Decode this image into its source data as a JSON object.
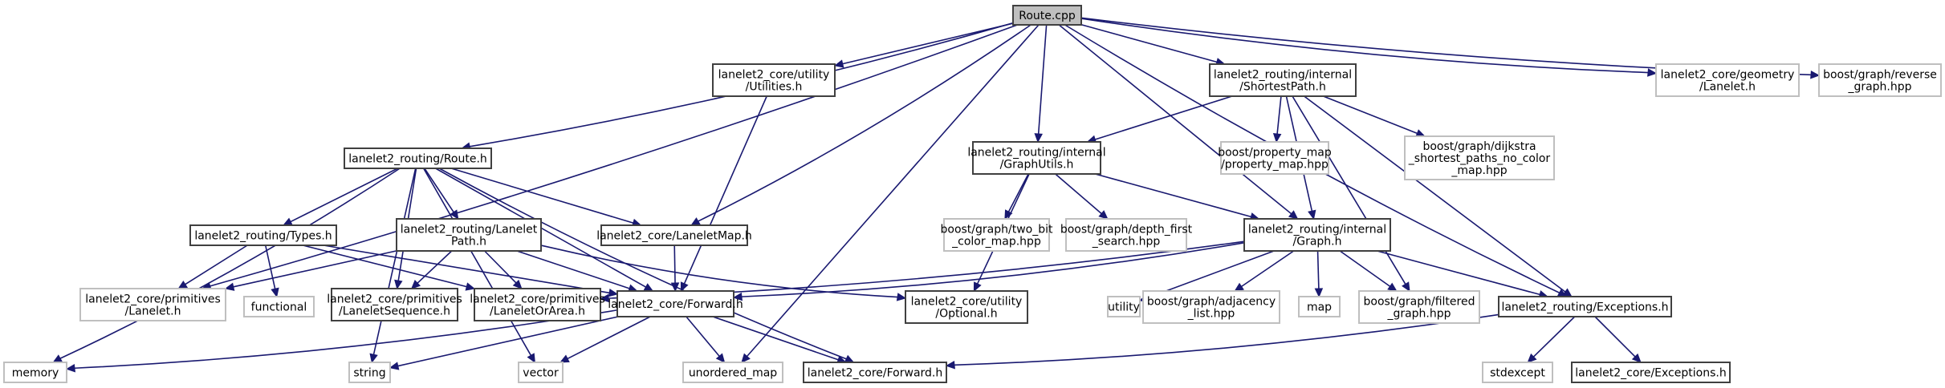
{
  "graph": {
    "title": "Route.cpp include dependency graph",
    "colors": {
      "edge": "#191970",
      "root_fill": "#bfbfbf",
      "doc_border": "#404040",
      "ext_border": "#bfbfbf"
    },
    "nodes": {
      "route_cpp": {
        "lines": [
          "Route.cpp"
        ],
        "kind": "root"
      },
      "utilities_h": {
        "lines": [
          "lanelet2_core/utility",
          "/Utilities.h"
        ],
        "kind": "doc"
      },
      "shortestpath_h": {
        "lines": [
          "lanelet2_routing/internal",
          "/ShortestPath.h"
        ],
        "kind": "doc"
      },
      "geometry_lanelet_h": {
        "lines": [
          "lanelet2_core/geometry",
          "/Lanelet.h"
        ],
        "kind": "ext"
      },
      "reverse_graph_hpp": {
        "lines": [
          "boost/graph/reverse",
          "_graph.hpp"
        ],
        "kind": "ext"
      },
      "route_h": {
        "lines": [
          "lanelet2_routing/Route.h"
        ],
        "kind": "doc"
      },
      "graphutils_h": {
        "lines": [
          "lanelet2_routing/internal",
          "/GraphUtils.h"
        ],
        "kind": "doc"
      },
      "property_map_hpp": {
        "lines": [
          "boost/property_map",
          "/property_map.hpp"
        ],
        "kind": "ext"
      },
      "dijkstra_hpp": {
        "lines": [
          "boost/graph/dijkstra",
          "_shortest_paths_no_color",
          "_map.hpp"
        ],
        "kind": "ext"
      },
      "types_h": {
        "lines": [
          "lanelet2_routing/Types.h"
        ],
        "kind": "doc"
      },
      "laneletpath_h": {
        "lines": [
          "lanelet2_routing/Lanelet",
          "Path.h"
        ],
        "kind": "doc"
      },
      "laneletmap_h": {
        "lines": [
          "lanelet2_core/LaneletMap.h"
        ],
        "kind": "doc"
      },
      "two_bit_hpp": {
        "lines": [
          "boost/graph/two_bit",
          "_color_map.hpp"
        ],
        "kind": "ext"
      },
      "dfs_hpp": {
        "lines": [
          "boost/graph/depth_first",
          "_search.hpp"
        ],
        "kind": "ext"
      },
      "graph_h": {
        "lines": [
          "lanelet2_routing/internal",
          "/Graph.h"
        ],
        "kind": "doc"
      },
      "prim_lanelet_h": {
        "lines": [
          "lanelet2_core/primitives",
          "/Lanelet.h"
        ],
        "kind": "ext"
      },
      "functional": {
        "lines": [
          "functional"
        ],
        "kind": "ext"
      },
      "laneletsequence_h": {
        "lines": [
          "lanelet2_core/primitives",
          "/LaneletSequence.h"
        ],
        "kind": "doc"
      },
      "laneletorarea_h": {
        "lines": [
          "lanelet2_core/primitives",
          "/LaneletOrArea.h"
        ],
        "kind": "doc"
      },
      "core_forward_h": {
        "lines": [
          "lanelet2_core/Forward.h"
        ],
        "kind": "doc"
      },
      "optional_h": {
        "lines": [
          "lanelet2_core/utility",
          "/Optional.h"
        ],
        "kind": "doc"
      },
      "utility": {
        "lines": [
          "utility"
        ],
        "kind": "ext"
      },
      "adjacency_hpp": {
        "lines": [
          "boost/graph/adjacency",
          "_list.hpp"
        ],
        "kind": "ext"
      },
      "map": {
        "lines": [
          "map"
        ],
        "kind": "ext"
      },
      "filtered_hpp": {
        "lines": [
          "boost/graph/filtered",
          "_graph.hpp"
        ],
        "kind": "ext"
      },
      "routing_exceptions_h": {
        "lines": [
          "lanelet2_routing/Exceptions.h"
        ],
        "kind": "doc"
      },
      "memory": {
        "lines": [
          "memory"
        ],
        "kind": "ext"
      },
      "string": {
        "lines": [
          "string"
        ],
        "kind": "ext"
      },
      "vector": {
        "lines": [
          "vector"
        ],
        "kind": "ext"
      },
      "unordered_map": {
        "lines": [
          "unordered_map"
        ],
        "kind": "ext"
      },
      "routing_forward_h": {
        "lines": [
          "lanelet2_core/Forward.h"
        ],
        "kind": "doc"
      },
      "stdexcept": {
        "lines": [
          "stdexcept"
        ],
        "kind": "ext"
      },
      "core_exceptions_h": {
        "lines": [
          "lanelet2_core/Exceptions.h"
        ],
        "kind": "doc"
      }
    },
    "edges": [
      [
        "route_cpp",
        "utilities_h"
      ],
      [
        "route_cpp",
        "shortestpath_h"
      ],
      [
        "route_cpp",
        "geometry_lanelet_h"
      ],
      [
        "route_cpp",
        "reverse_graph_hpp"
      ],
      [
        "route_cpp",
        "route_h"
      ],
      [
        "route_cpp",
        "graphutils_h"
      ],
      [
        "route_cpp",
        "laneletmap_h"
      ],
      [
        "route_cpp",
        "graph_h"
      ],
      [
        "route_cpp",
        "prim_lanelet_h"
      ],
      [
        "route_cpp",
        "unordered_map"
      ],
      [
        "route_cpp",
        "routing_exceptions_h"
      ],
      [
        "utilities_h",
        "core_forward_h"
      ],
      [
        "shortestpath_h",
        "graphutils_h"
      ],
      [
        "shortestpath_h",
        "property_map_hpp"
      ],
      [
        "shortestpath_h",
        "dijkstra_hpp"
      ],
      [
        "shortestpath_h",
        "graph_h"
      ],
      [
        "shortestpath_h",
        "filtered_hpp"
      ],
      [
        "shortestpath_h",
        "routing_exceptions_h"
      ],
      [
        "route_h",
        "types_h"
      ],
      [
        "route_h",
        "laneletpath_h"
      ],
      [
        "route_h",
        "laneletmap_h"
      ],
      [
        "route_h",
        "laneletsequence_h"
      ],
      [
        "route_h",
        "core_forward_h"
      ],
      [
        "route_h",
        "memory"
      ],
      [
        "route_h",
        "string"
      ],
      [
        "route_h",
        "vector"
      ],
      [
        "route_h",
        "routing_forward_h"
      ],
      [
        "graphutils_h",
        "two_bit_hpp"
      ],
      [
        "graphutils_h",
        "dfs_hpp"
      ],
      [
        "graphutils_h",
        "graph_h"
      ],
      [
        "graphutils_h",
        "optional_h"
      ],
      [
        "types_h",
        "prim_lanelet_h"
      ],
      [
        "types_h",
        "functional"
      ],
      [
        "types_h",
        "core_forward_h"
      ],
      [
        "types_h",
        "laneletorarea_h"
      ],
      [
        "laneletpath_h",
        "prim_lanelet_h"
      ],
      [
        "laneletpath_h",
        "laneletsequence_h"
      ],
      [
        "laneletpath_h",
        "laneletorarea_h"
      ],
      [
        "laneletpath_h",
        "core_forward_h"
      ],
      [
        "laneletpath_h",
        "optional_h"
      ],
      [
        "laneletmap_h",
        "core_forward_h"
      ],
      [
        "graph_h",
        "laneletorarea_h"
      ],
      [
        "graph_h",
        "core_forward_h"
      ],
      [
        "graph_h",
        "utility"
      ],
      [
        "graph_h",
        "adjacency_hpp"
      ],
      [
        "graph_h",
        "map"
      ],
      [
        "graph_h",
        "filtered_hpp"
      ],
      [
        "graph_h",
        "routing_exceptions_h"
      ],
      [
        "core_forward_h",
        "memory"
      ],
      [
        "core_forward_h",
        "string"
      ],
      [
        "core_forward_h",
        "vector"
      ],
      [
        "core_forward_h",
        "unordered_map"
      ],
      [
        "core_forward_h",
        "routing_forward_h"
      ],
      [
        "routing_exceptions_h",
        "routing_forward_h"
      ],
      [
        "routing_exceptions_h",
        "stdexcept"
      ],
      [
        "routing_exceptions_h",
        "core_exceptions_h"
      ]
    ]
  }
}
